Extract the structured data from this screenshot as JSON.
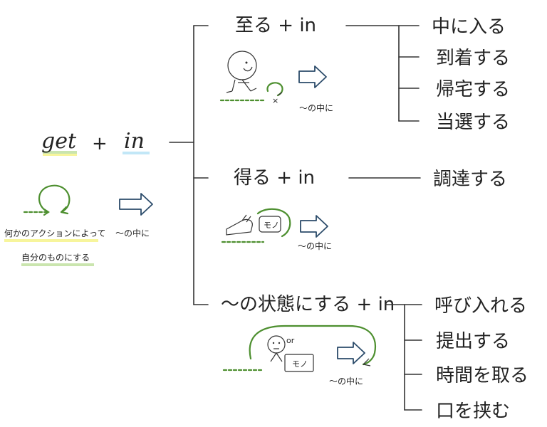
{
  "left": {
    "get": "get",
    "plus": "+",
    "in": "in",
    "meaning_line1": "何かのアクションによって",
    "meaning_line2": "自分のものにする",
    "arrow_caption": "〜の中に"
  },
  "branches": [
    {
      "label": "至る + in",
      "caption": "〜の中に",
      "results": [
        "中に入る",
        "到着する",
        "帰宅する",
        "当選する"
      ]
    },
    {
      "label": "得る + in",
      "caption": "〜の中に",
      "object": "モノ",
      "results": [
        "調達する"
      ]
    },
    {
      "label": "〜の状態にする + in",
      "caption": "〜の中に",
      "object": "モノ",
      "or": "or",
      "results": [
        "呼び入れる",
        "提出する",
        "時間を取る",
        "口を挟む"
      ]
    }
  ]
}
